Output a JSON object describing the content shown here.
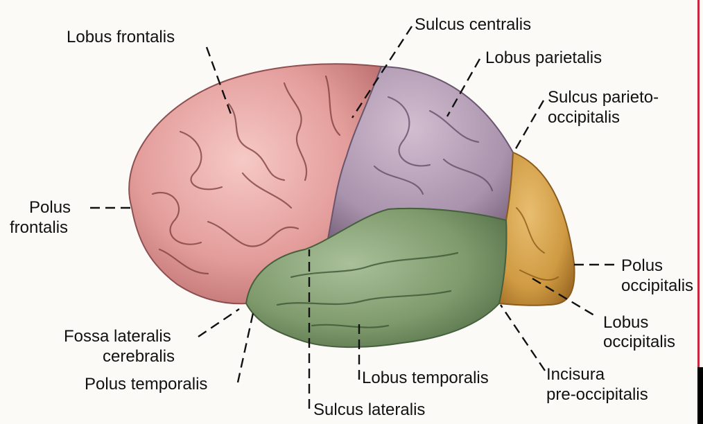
{
  "labels": {
    "lobus_frontalis": "Lobus frontalis",
    "sulcus_centralis": "Sulcus centralis",
    "lobus_parietalis": "Lobus parietalis",
    "sulcus_parieto_line1": "Sulcus parieto-",
    "sulcus_parieto_line2": "occipitalis",
    "polus_frontalis_line1": "Polus",
    "polus_frontalis_line2": "frontalis",
    "polus_occipitalis_line1": "Polus",
    "polus_occipitalis_line2": "occipitalis",
    "lobus_occipitalis_line1": "Lobus",
    "lobus_occipitalis_line2": "occipitalis",
    "fossa_line1": "Fossa lateralis",
    "fossa_line2": "cerebralis",
    "polus_temporalis": "Polus temporalis",
    "lobus_temporalis": "Lobus temporalis",
    "incisura_line1": "Incisura",
    "incisura_line2": "pre-occipitalis",
    "sulcus_lateralis": "Sulcus lateralis"
  },
  "colors": {
    "frontal": "#e8a5a5",
    "parietal": "#b8a0b8",
    "temporal": "#7f9a6c",
    "occipital": "#d4a34e",
    "sulci": "#6a3a3a"
  }
}
